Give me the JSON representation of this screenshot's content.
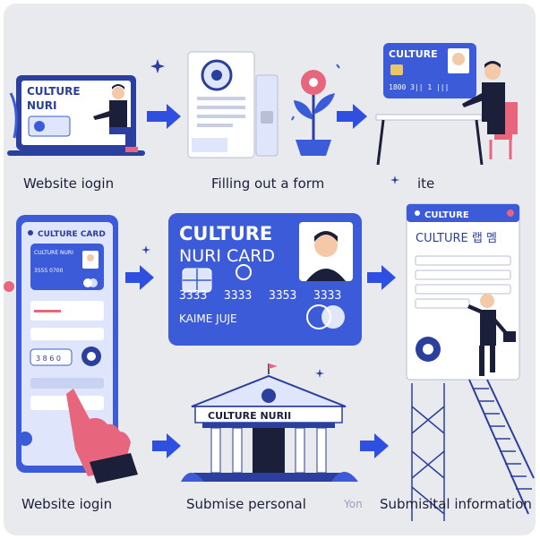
{
  "colors": {
    "background": "#e9eaee",
    "primary_blue": "#3b5bd8",
    "dark_blue": "#2a3f9e",
    "light_blue": "#dfe6fb",
    "arrow_blue": "#2f4fe0",
    "accent_pink": "#e8657e",
    "ink": "#1b1f3a"
  },
  "steps": {
    "s1": {
      "caption": "Website iogin",
      "screen_title_1": "CULTURE",
      "screen_title_2": "NURI"
    },
    "s2": {
      "caption": "Filling out a form"
    },
    "s3": {
      "caption": "ite",
      "card_title": "CULTURE",
      "card_digits": "1800 3|| 1 |||"
    },
    "s4": {
      "caption": "Website iogin",
      "phone_title": "CULTURE CARD",
      "mini_card_title": "CULTURE NURI",
      "mini_card_line": "3555 0700",
      "button_text": "3 8 6 0"
    },
    "s5": {
      "card_title_1": "CULTURE",
      "card_title_2": "NURI CARD",
      "card_number": [
        "3333",
        "3333",
        "3353",
        "3333"
      ],
      "card_name": "KAIME JUJE"
    },
    "s6": {
      "header": "CULTURE",
      "form_title": "CULTURE 랩 멤"
    },
    "s7": {
      "caption": "Submise personal",
      "ghost_text": "Yon",
      "building_label": "CULTURE NURII"
    },
    "s8": {
      "caption": "Submisital information"
    }
  }
}
